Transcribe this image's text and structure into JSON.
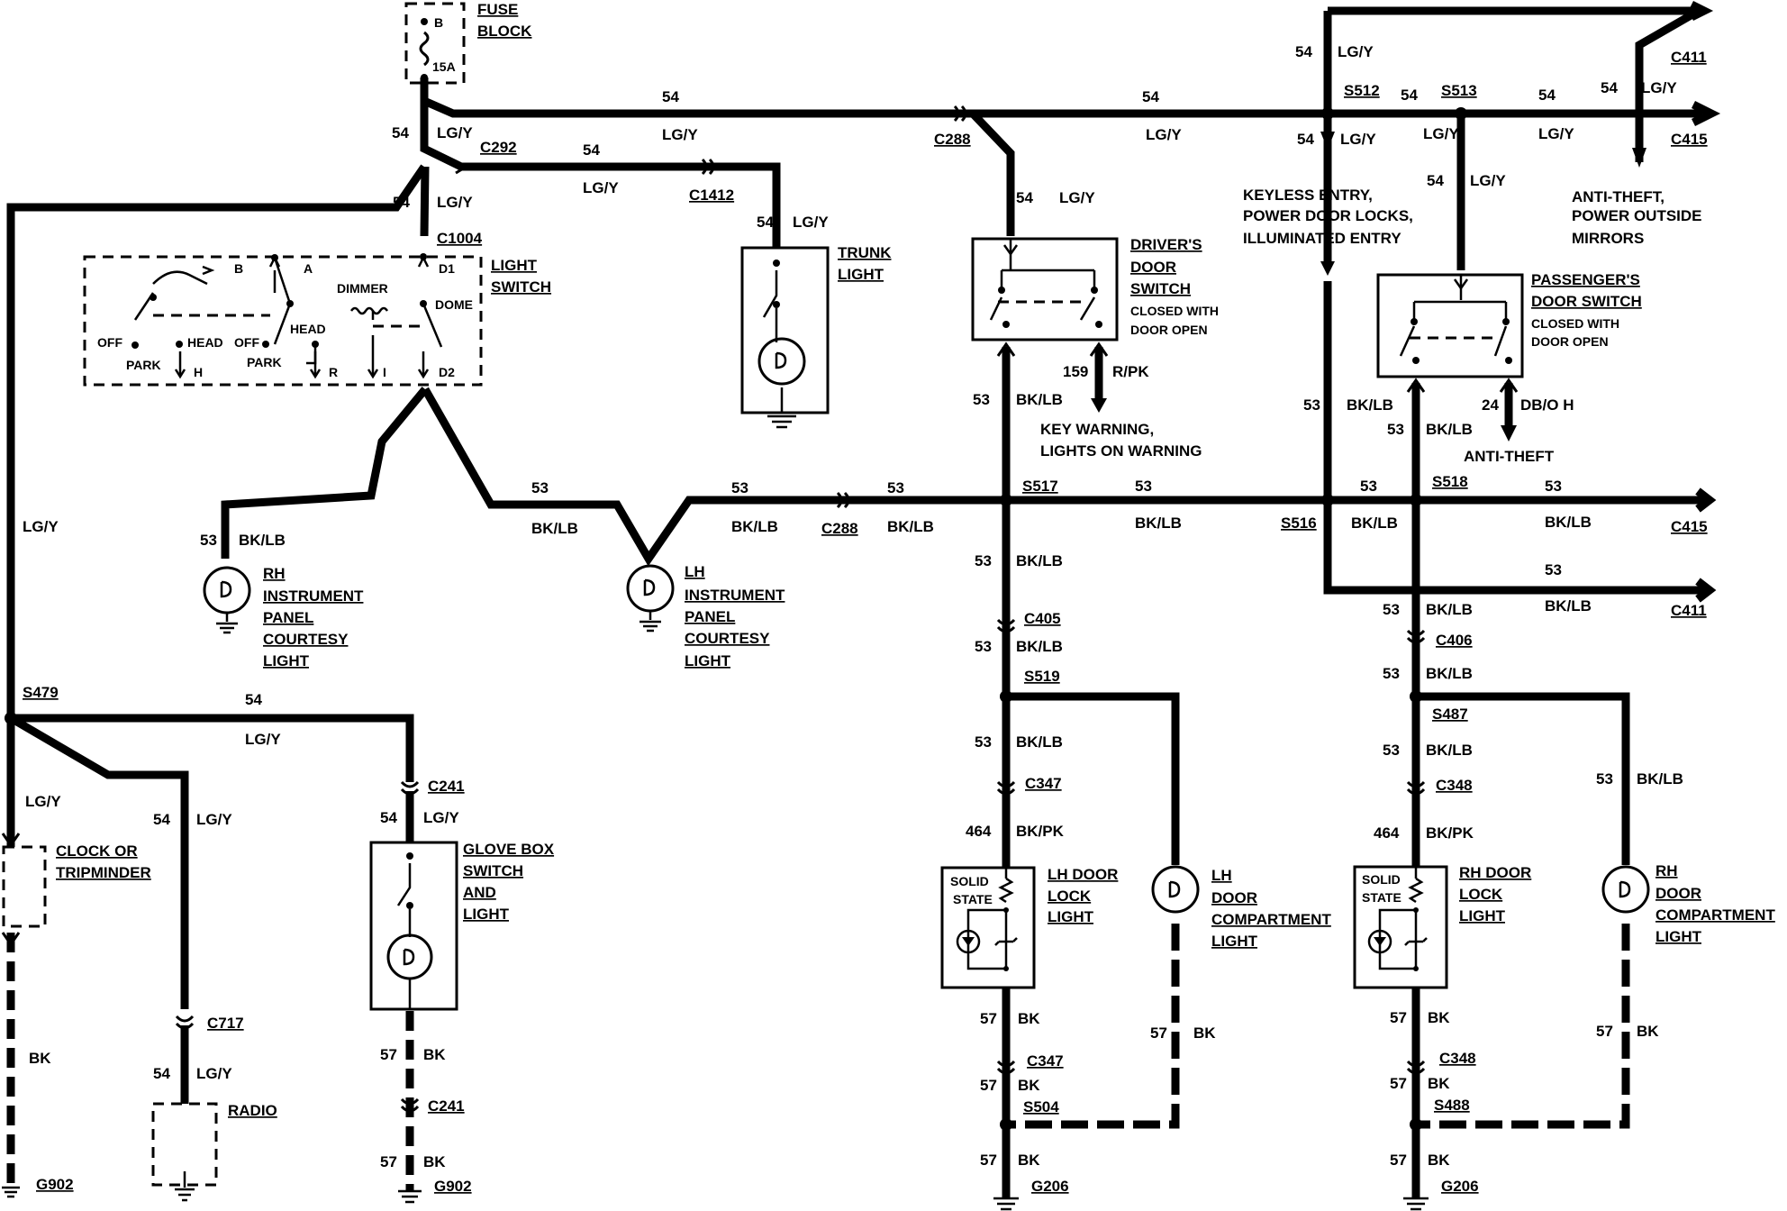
{
  "fuse": {
    "terminal": "B",
    "rating": "15A",
    "label_1": "FUSE",
    "label_2": "BLOCK"
  },
  "circuits": {
    "c54": "54",
    "c53": "53",
    "c57": "57",
    "c159": "159",
    "c24": "24",
    "c464": "464"
  },
  "colors": {
    "lgy": "LG/Y",
    "bklb": "BK/LB",
    "bk": "BK",
    "rpk": "R/PK",
    "dboh": "DB/O H",
    "bkpk": "BK/PK"
  },
  "connectors": {
    "c292": "C292",
    "c1004": "C1004",
    "c1412": "C1412",
    "c288": "C288",
    "s512": "S512",
    "s513": "S513",
    "c411": "C411",
    "c415": "C415",
    "s517": "S517",
    "s516": "S516",
    "s518": "S518",
    "c405": "C405",
    "c406": "C406",
    "s519": "S519",
    "s487": "S487",
    "c347": "C347",
    "c348": "C348",
    "s504": "S504",
    "s488": "S488",
    "g206": "G206",
    "s479": "S479",
    "c241": "C241",
    "c717": "C717",
    "g902": "G902"
  },
  "light_switch": {
    "label_1": "LIGHT",
    "label_2": "SWITCH",
    "b": "B",
    "a": "A",
    "dimmer": "DIMMER",
    "d1": "D1",
    "dome": "DOME",
    "off": "OFF",
    "head": "HEAD",
    "park": "PARK",
    "h": "H",
    "r": "R",
    "i": "I",
    "d2": "D2"
  },
  "trunk_light": {
    "line1": "TRUNK",
    "line2": "LIGHT"
  },
  "drivers_switch": {
    "line1": "DRIVER'S",
    "line2": "DOOR",
    "line3": "SWITCH",
    "note1": "CLOSED WITH",
    "note2": "DOOR OPEN"
  },
  "passenger_switch": {
    "line1": "PASSENGER'S",
    "line2": "DOOR SWITCH",
    "note1": "CLOSED WITH",
    "note2": "DOOR OPEN"
  },
  "keyless": {
    "line1": "KEYLESS ENTRY,",
    "line2": "POWER DOOR LOCKS,",
    "line3": "ILLUMINATED ENTRY"
  },
  "antitheft_mirrors": {
    "line1": "ANTI-THEFT,",
    "line2": "POWER OUTSIDE",
    "line3": "MIRRORS"
  },
  "key_warning": {
    "line1": "KEY WARNING,",
    "line2": "LIGHTS ON WARNING"
  },
  "anti_theft": "ANTI-THEFT",
  "rh_ip_courtesy": {
    "line1": "RH",
    "line2": "INSTRUMENT",
    "line3": "PANEL",
    "line4": "COURTESY",
    "line5": "LIGHT"
  },
  "lh_ip_courtesy": {
    "line1": "LH",
    "line2": "INSTRUMENT",
    "line3": "PANEL",
    "line4": "COURTESY",
    "line5": "LIGHT"
  },
  "lh_door_lock": {
    "line1": "LH DOOR",
    "line2": "LOCK",
    "line3": "LIGHT",
    "ss1": "SOLID",
    "ss2": "STATE"
  },
  "rh_door_lock": {
    "line1": "RH DOOR",
    "line2": "LOCK",
    "line3": "LIGHT",
    "ss1": "SOLID",
    "ss2": "STATE"
  },
  "lh_compartment": {
    "line1": "LH",
    "line2": "DOOR",
    "line3": "COMPARTMENT",
    "line4": "LIGHT"
  },
  "rh_compartment": {
    "line1": "RH",
    "line2": "DOOR",
    "line3": "COMPARTMENT",
    "line4": "LIGHT"
  },
  "clock": {
    "line1": "CLOCK OR",
    "line2": "TRIPMINDER"
  },
  "glove_box": {
    "line1": "GLOVE BOX",
    "line2": "SWITCH",
    "line3": "AND",
    "line4": "LIGHT"
  },
  "radio": "RADIO"
}
